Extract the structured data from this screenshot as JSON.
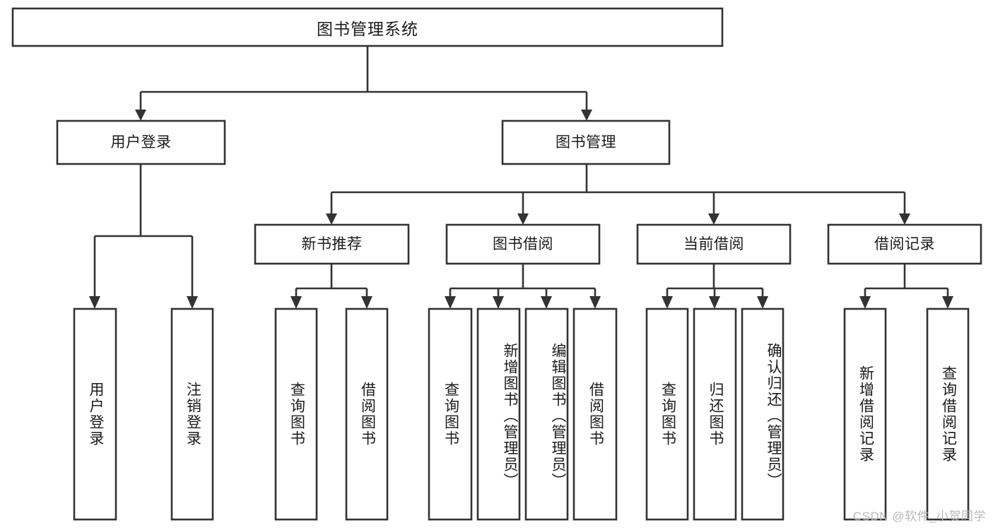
{
  "diagram": {
    "type": "hierarchy-tree",
    "title": "图书管理系统",
    "watermark": "CSDN @软件_小贺同学",
    "colors": {
      "stroke": "#333333",
      "fill": "#ffffff",
      "text": "#1b1b1b",
      "watermark": "#b9b9b9"
    },
    "levels": {
      "root": {
        "label": "图书管理系统"
      },
      "level2": [
        {
          "label": "用户登录"
        },
        {
          "label": "图书管理"
        }
      ],
      "level3": [
        {
          "label": "新书推荐"
        },
        {
          "label": "图书借阅"
        },
        {
          "label": "当前借阅"
        },
        {
          "label": "借阅记录"
        }
      ],
      "leaves": [
        {
          "label": "用户登录",
          "parent": "用户登录"
        },
        {
          "label": "注销登录",
          "parent": "用户登录"
        },
        {
          "label": "查询图书",
          "parent": "新书推荐"
        },
        {
          "label": "借阅图书",
          "parent": "新书推荐"
        },
        {
          "label": "查询图书",
          "parent": "图书借阅"
        },
        {
          "label": "新增图书（管理员）",
          "parent": "图书借阅"
        },
        {
          "label": "编辑图书（管理员）",
          "parent": "图书借阅"
        },
        {
          "label": "借阅图书",
          "parent": "图书借阅"
        },
        {
          "label": "查询图书",
          "parent": "当前借阅"
        },
        {
          "label": "归还图书",
          "parent": "当前借阅"
        },
        {
          "label": "确认归还（管理员）",
          "parent": "当前借阅"
        },
        {
          "label": "新增借阅记录",
          "parent": "借阅记录"
        },
        {
          "label": "查询借阅记录",
          "parent": "借阅记录"
        }
      ]
    }
  }
}
